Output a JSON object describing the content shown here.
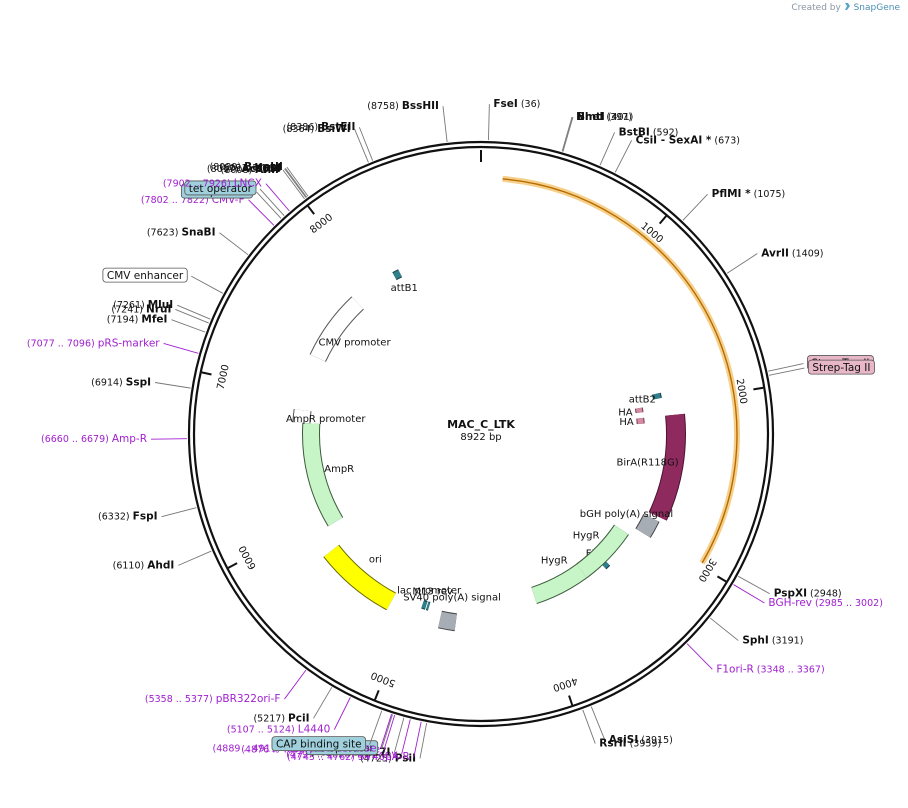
{
  "credit": {
    "text": "Created by",
    "brand": "SnapGene",
    "icon": "snapgene-logo-icon"
  },
  "plasmid": {
    "name": "MAC_C_LTK",
    "length_label": "8922 bp",
    "length": 8922
  },
  "ticks": [
    {
      "pos": 1000,
      "label": "1000"
    },
    {
      "pos": 2000,
      "label": "2000"
    },
    {
      "pos": 3000,
      "label": "3000"
    },
    {
      "pos": 4000,
      "label": "4000"
    },
    {
      "pos": 5000,
      "label": "5000"
    },
    {
      "pos": 6000,
      "label": "6000"
    },
    {
      "pos": 7000,
      "label": "7000"
    },
    {
      "pos": 8000,
      "label": "8000"
    }
  ],
  "labels": [
    {
      "id": "bsshii",
      "text": "BssHII",
      "num": "(8758)",
      "pos": 8758,
      "kind": "enzyme"
    },
    {
      "id": "fsei",
      "text": "FseI",
      "num": "(36)",
      "pos": 36,
      "kind": "enzyme"
    },
    {
      "id": "nhei",
      "text": "NheI",
      "num": "(397)",
      "pos": 397,
      "kind": "enzyme"
    },
    {
      "id": "bmti",
      "text": "BmtI",
      "num": "(401)",
      "pos": 401,
      "kind": "enzyme"
    },
    {
      "id": "bstbi",
      "text": "BstBI",
      "num": "(592)",
      "pos": 592,
      "kind": "enzyme"
    },
    {
      "id": "csii",
      "text": "CsiI  - SexAI *",
      "num": "(673)",
      "pos": 673,
      "kind": "enzyme"
    },
    {
      "id": "pflmi",
      "text": "PflMI *",
      "num": "(1075)",
      "pos": 1075,
      "kind": "enzyme"
    },
    {
      "id": "avrii",
      "text": "AvrII",
      "num": "(1409)",
      "pos": 1409,
      "kind": "enzyme"
    },
    {
      "id": "strep1",
      "text": "Strep-Tag II",
      "pos": 1925,
      "kind": "boxpink"
    },
    {
      "id": "strep2",
      "text": "Strep-Tag II",
      "pos": 1945,
      "kind": "boxpink"
    },
    {
      "id": "pspxi",
      "text": "PspXI",
      "num": "(2948)",
      "pos": 2948,
      "kind": "enzyme"
    },
    {
      "id": "bghrev",
      "text": "BGH-rev",
      "num": "(2985 .. 3002)",
      "pos": 2994,
      "kind": "primer"
    },
    {
      "id": "sphi",
      "text": "SphI",
      "num": "(3191)",
      "pos": 3191,
      "kind": "enzyme"
    },
    {
      "id": "f1orir",
      "text": "F1ori-R",
      "num": "(3348 .. 3367)",
      "pos": 3358,
      "kind": "primer"
    },
    {
      "id": "asisi",
      "text": "AsiSI",
      "num": "(3915)",
      "pos": 3915,
      "kind": "enzyme"
    },
    {
      "id": "rsrii",
      "text": "RsrII",
      "num": "(3959)",
      "pos": 3959,
      "kind": "enzyme"
    },
    {
      "id": "psii",
      "text": "PsiI",
      "num": "(4725)",
      "pos": 4725,
      "kind": "enzyme"
    },
    {
      "id": "sv40par",
      "text": "SV40pA-R",
      "num": "(4743 .. 4762)",
      "pos": 4752,
      "kind": "primer"
    },
    {
      "id": "ebvrev",
      "text": "EBV-rev",
      "num": "(4797 .. 4816)",
      "pos": 4806,
      "kind": "primer"
    },
    {
      "id": "bstz17i",
      "text": "BstZ17I",
      "num": "(4838)",
      "pos": 4838,
      "kind": "enzyme"
    },
    {
      "id": "m13rev",
      "text": "M13 Reverse",
      "num": "(4876 .. 4892)",
      "pos": 4884,
      "kind": "primer"
    },
    {
      "id": "lacop",
      "text": "lac operator",
      "pos": 4895,
      "kind": "boxteal"
    },
    {
      "id": "m13puc",
      "text": "M13/pUC Reverse",
      "num": "(4889 .. 4911)",
      "pos": 4900,
      "kind": "primer"
    },
    {
      "id": "capbs",
      "text": "CAP binding site",
      "pos": 4950,
      "kind": "boxteal"
    },
    {
      "id": "l4440",
      "text": "L4440",
      "num": "(5107 .. 5124)",
      "pos": 5115,
      "kind": "primer"
    },
    {
      "id": "pcii",
      "text": "PciI",
      "num": "(5217)",
      "pos": 5217,
      "kind": "enzyme"
    },
    {
      "id": "pbr322",
      "text": "pBR322ori-F",
      "num": "(5358 .. 5377)",
      "pos": 5367,
      "kind": "primer"
    },
    {
      "id": "ahdi",
      "text": "AhdI",
      "num": "(6110)",
      "pos": 6110,
      "kind": "enzyme"
    },
    {
      "id": "fspi",
      "text": "FspI",
      "num": "(6332)",
      "pos": 6332,
      "kind": "enzyme"
    },
    {
      "id": "ampr",
      "text": "Amp-R",
      "num": "(6660 .. 6679)",
      "pos": 6669,
      "kind": "primer"
    },
    {
      "id": "sspi",
      "text": "SspI",
      "num": "(6914)",
      "pos": 6914,
      "kind": "enzyme"
    },
    {
      "id": "prs",
      "text": "pRS-marker",
      "num": "(7077 .. 7096)",
      "pos": 7086,
      "kind": "primer"
    },
    {
      "id": "mfei",
      "text": "MfeI",
      "num": "(7194)",
      "pos": 7194,
      "kind": "enzyme"
    },
    {
      "id": "nrui",
      "text": "NruI",
      "num": "(7241)",
      "pos": 7241,
      "kind": "enzyme"
    },
    {
      "id": "mlui",
      "text": "MluI",
      "num": "(7261)",
      "pos": 7261,
      "kind": "enzyme"
    },
    {
      "id": "cmvenh",
      "text": "CMV enhancer",
      "pos": 7400,
      "kind": "boxwhite"
    },
    {
      "id": "snabi",
      "text": "SnaBI",
      "num": "(7623)",
      "pos": 7623,
      "kind": "enzyme"
    },
    {
      "id": "cmvf",
      "text": "CMV-F",
      "num": "(7802 .. 7822)",
      "pos": 7812,
      "kind": "primer"
    },
    {
      "id": "tetop1",
      "text": "tet operator",
      "pos": 7860,
      "kind": "boxteal"
    },
    {
      "id": "tetop2",
      "text": "tet operator",
      "pos": 7880,
      "kind": "boxteal"
    },
    {
      "id": "lncx",
      "text": "LNCX",
      "num": "(7902 .. 7926)",
      "pos": 7914,
      "kind": "primer"
    },
    {
      "id": "aflii",
      "text": "AflII",
      "num": "(8008)",
      "pos": 8008,
      "kind": "enzyme"
    },
    {
      "id": "acc65i",
      "text": "Acc65I",
      "num": "(8017)",
      "pos": 8017,
      "kind": "enzyme"
    },
    {
      "id": "kpni",
      "text": "KpnI",
      "num": "(8021)",
      "pos": 8021,
      "kind": "enzyme"
    },
    {
      "id": "bamhi",
      "text": "BamHI",
      "num": "(8029)",
      "pos": 8029,
      "kind": "enzyme"
    },
    {
      "id": "bsiwi",
      "text": "BsiWI",
      "num": "(8364)",
      "pos": 8364,
      "kind": "enzyme"
    },
    {
      "id": "bsteii",
      "text": "BstEII",
      "num": "(8386)",
      "pos": 8386,
      "kind": "enzyme"
    }
  ],
  "features": [
    {
      "id": "orange-outer",
      "kind": "orange",
      "start": 120,
      "end": 2980,
      "label": ""
    },
    {
      "id": "attB1",
      "kind": "teal",
      "start": 8210,
      "end": 8260,
      "label": "attB1"
    },
    {
      "id": "attB2",
      "kind": "teal",
      "start": 1910,
      "end": 1950,
      "label": "attB2"
    },
    {
      "id": "ha1",
      "kind": "pink",
      "start": 2000,
      "end": 2040,
      "label": "HA"
    },
    {
      "id": "ha2",
      "kind": "pink",
      "start": 2090,
      "end": 2140,
      "label": "HA"
    },
    {
      "id": "bira",
      "kind": "purple",
      "start": 2090,
      "end": 2850,
      "label": "BirA(R118G)"
    },
    {
      "id": "bgh",
      "kind": "gray",
      "start": 2880,
      "end": 3010,
      "label": "bGH poly(A) signal"
    },
    {
      "id": "frt",
      "kind": "teal",
      "start": 3360,
      "end": 3400,
      "label": "FRT"
    },
    {
      "id": "hygr1",
      "kind": "green",
      "start": 3420,
      "end": 4010,
      "label": "HygR"
    },
    {
      "id": "hygr2",
      "kind": "green",
      "start": 3080,
      "end": 3560,
      "label": "HygR"
    },
    {
      "id": "sv40",
      "kind": "gray",
      "start": 4650,
      "end": 4770,
      "label": "SV40 poly(A) signal"
    },
    {
      "id": "m13revf",
      "kind": "teal",
      "start": 4876,
      "end": 4892,
      "label": "M13 rev"
    },
    {
      "id": "lacprom",
      "kind": "teal",
      "start": 4900,
      "end": 4930,
      "label": "lac promoter"
    },
    {
      "id": "ori",
      "kind": "yellow",
      "start": 5160,
      "end": 5750,
      "label": "ori"
    },
    {
      "id": "amprf",
      "kind": "green",
      "start": 5920,
      "end": 6780,
      "label": "AmpR"
    },
    {
      "id": "ampprom",
      "kind": "white",
      "start": 6780,
      "end": 6880,
      "label": "AmpR promoter"
    },
    {
      "id": "cmvprom",
      "kind": "white",
      "start": 7310,
      "end": 7850,
      "label": "CMV promoter"
    }
  ]
}
